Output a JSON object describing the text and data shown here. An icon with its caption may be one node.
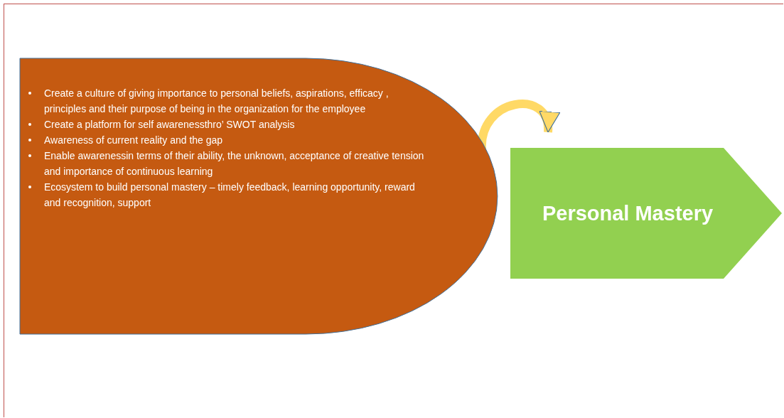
{
  "diagram": {
    "nodes": [
      {
        "text": [
          "Create a culture of giving importance to personal beliefs, aspirations, efficacy , principles and their purpose of being in the organization for the employee",
          "Create a platform for self awarenessthro’ SWOT analysis",
          "Awareness of current reality and the gap",
          "Enable awarenessin terms of their ability, the unknown, acceptance of creative tension and importance of continuous learning",
          "Ecosystem to build personal mastery – timely feedback, learning opportunity, reward and recognition, support"
        ]
      },
      {
        "text": [
          "Personal Mastery"
        ]
      }
    ],
    "edges": [
      {
        "from": 0,
        "to": 1,
        "arrow": "to",
        "color": "#ffd966"
      }
    ]
  }
}
